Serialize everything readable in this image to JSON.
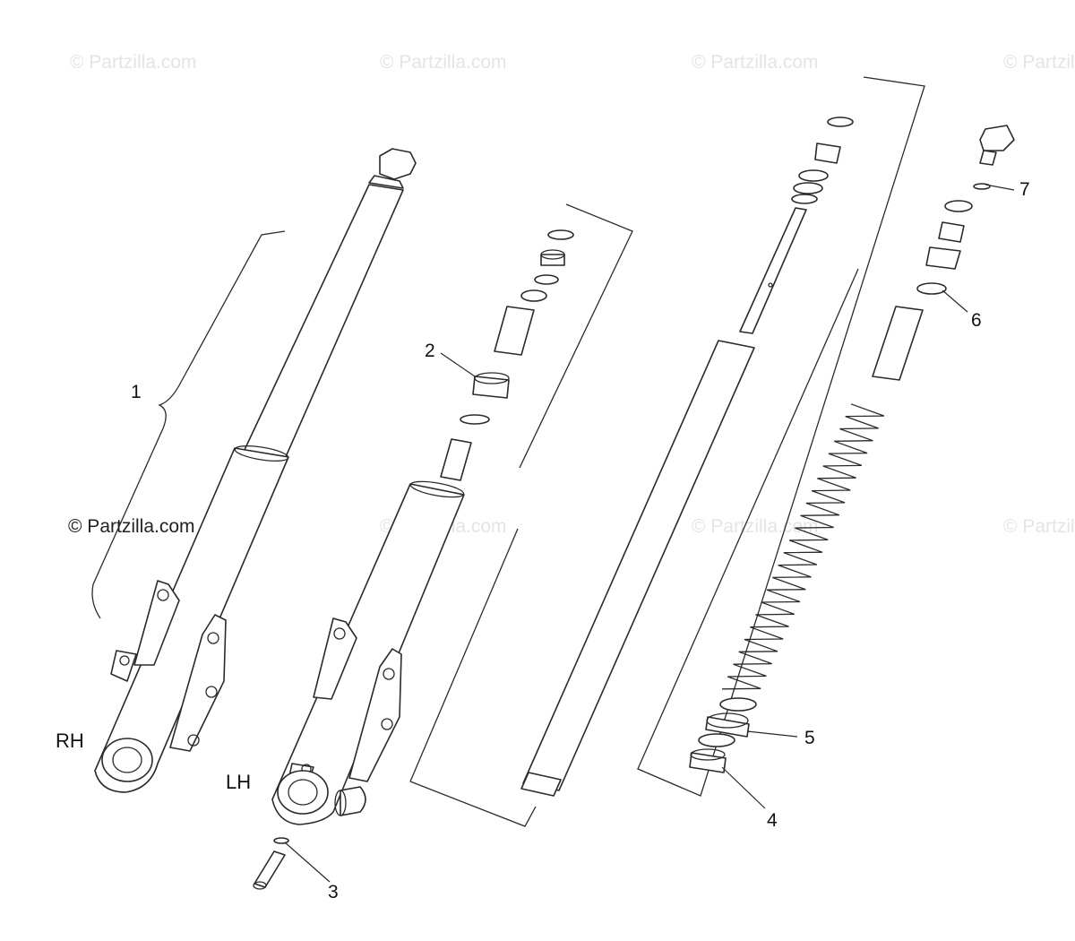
{
  "diagram": {
    "watermarks": [
      "© Partzilla.com",
      "© Partzilla.com",
      "© Partzilla.com",
      "© Partzilla.com",
      "© Partzilla.com",
      "© Partzilla.com",
      "© Partzilla.com"
    ],
    "watermark_main": "© Partzilla.com",
    "side_labels": {
      "right": "RH",
      "left": "LH"
    },
    "callouts": [
      "1",
      "2",
      "3",
      "4",
      "5",
      "6",
      "7"
    ],
    "colors": {
      "line": "#2a2a2a",
      "watermark": "#e4e4e4",
      "background": "#ffffff"
    }
  }
}
